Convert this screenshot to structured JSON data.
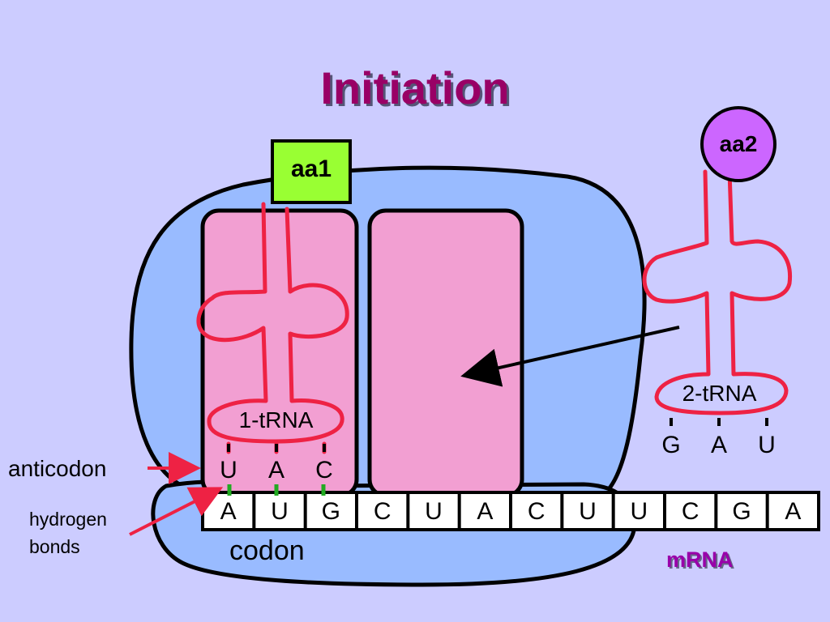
{
  "title": "Initiation",
  "amino_acids": {
    "aa1": "aa1",
    "aa2": "aa2"
  },
  "trna": {
    "first": {
      "label": "1-tRNA",
      "anticodon": [
        "U",
        "A",
        "C"
      ]
    },
    "second": {
      "label": "2-tRNA",
      "anticodon": [
        "G",
        "A",
        "U"
      ]
    }
  },
  "mrna": {
    "label": "mRNA",
    "bases": [
      "A",
      "U",
      "G",
      "C",
      "U",
      "A",
      "C",
      "U",
      "U",
      "C",
      "G",
      "A"
    ]
  },
  "labels": {
    "anticodon": "anticodon",
    "hydrogen_bonds_line1": "hydrogen",
    "hydrogen_bonds_line2": "bonds",
    "codon": "codon"
  },
  "colors": {
    "background": "#ccccff",
    "ribosome": "#99bbff",
    "site": "#f29fd2",
    "trna_line": "#ee2244",
    "aa1": "#99ff33",
    "aa2": "#cc66ff",
    "title": "#990066",
    "mrna_label": "#9900aa",
    "hydrogen_bond": "#22aa22"
  }
}
